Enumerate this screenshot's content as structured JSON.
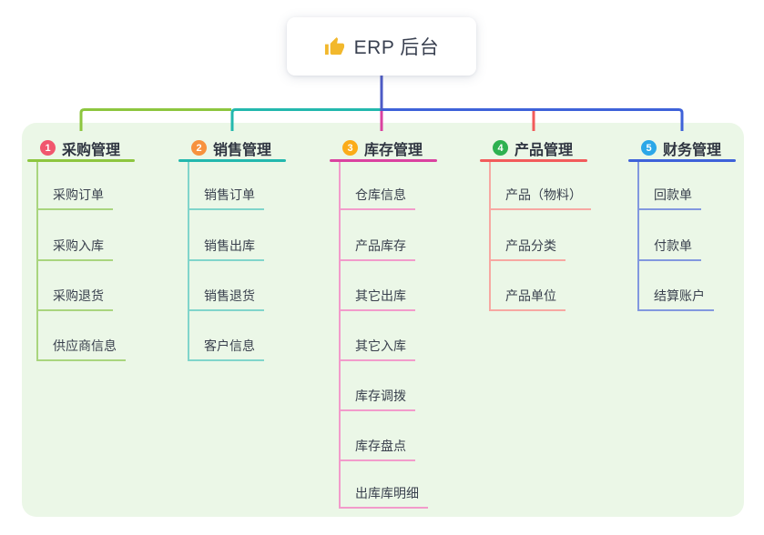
{
  "root": {
    "label": "ERP 后台",
    "icon": "thumbs-up-icon",
    "icon_color": "#F2B82D",
    "line_color": "#4D5BC6",
    "text_color": "#3A4151",
    "bg_color": "#FFFFFF"
  },
  "panel": {
    "bg_color": "#EBF7E7"
  },
  "branches": [
    {
      "badge": "1",
      "badge_color": "#F1566E",
      "title": "采购管理",
      "line_color": "#8DC63F",
      "light_color": "#A9D57E",
      "children": [
        "采购订单",
        "采购入库",
        "采购退货",
        "供应商信息"
      ]
    },
    {
      "badge": "2",
      "badge_color": "#F7923E",
      "title": "销售管理",
      "line_color": "#23B8AE",
      "light_color": "#80D5CB",
      "children": [
        "销售订单",
        "销售出库",
        "销售退货",
        "客户信息"
      ]
    },
    {
      "badge": "3",
      "badge_color": "#FBAC19",
      "title": "库存管理",
      "line_color": "#DA42A0",
      "light_color": "#F29BCB",
      "children": [
        "仓库信息",
        "产品库存",
        "其它出库",
        "其它入库",
        "库存调拨",
        "库存盘点",
        "出库库明细"
      ]
    },
    {
      "badge": "4",
      "badge_color": "#2EB150",
      "title": "产品管理",
      "line_color": "#F25B5B",
      "light_color": "#F7A8A2",
      "children": [
        "产品（物料）",
        "产品分类",
        "产品单位"
      ]
    },
    {
      "badge": "5",
      "badge_color": "#2BA7E8",
      "title": "财务管理",
      "line_color": "#3E62D9",
      "light_color": "#8298DF",
      "children": [
        "回款单",
        "付款单",
        "结算账户"
      ]
    }
  ]
}
